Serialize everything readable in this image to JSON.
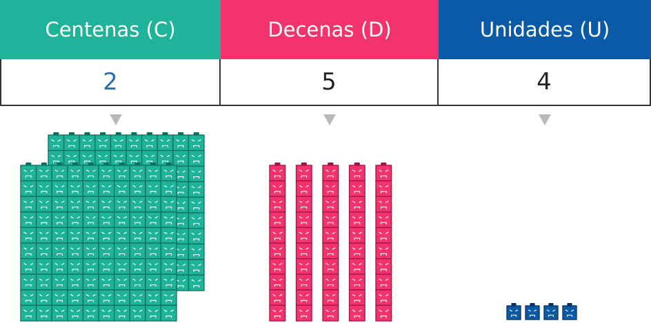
{
  "table": {
    "columns": [
      {
        "header": "Centenas (C)",
        "value": "2",
        "header_color": "#1fb39a",
        "value_color": "#2b6cb0"
      },
      {
        "header": "Decenas (D)",
        "value": "5",
        "header_color": "#f2336e",
        "value_color": "#222222"
      },
      {
        "header": "Unidades (U)",
        "value": "4",
        "header_color": "#0b5aa8",
        "value_color": "#222222"
      }
    ]
  },
  "blocks": {
    "hundreds": {
      "count": 2,
      "color": "#1fb39a",
      "dark": "#0f6e5e"
    },
    "tens": {
      "count": 5,
      "color": "#f2336e",
      "dark": "#9e1442"
    },
    "units": {
      "count": 4,
      "color": "#0b5aa8",
      "dark": "#06325f"
    }
  },
  "arrow_color": "#b9b9b9"
}
